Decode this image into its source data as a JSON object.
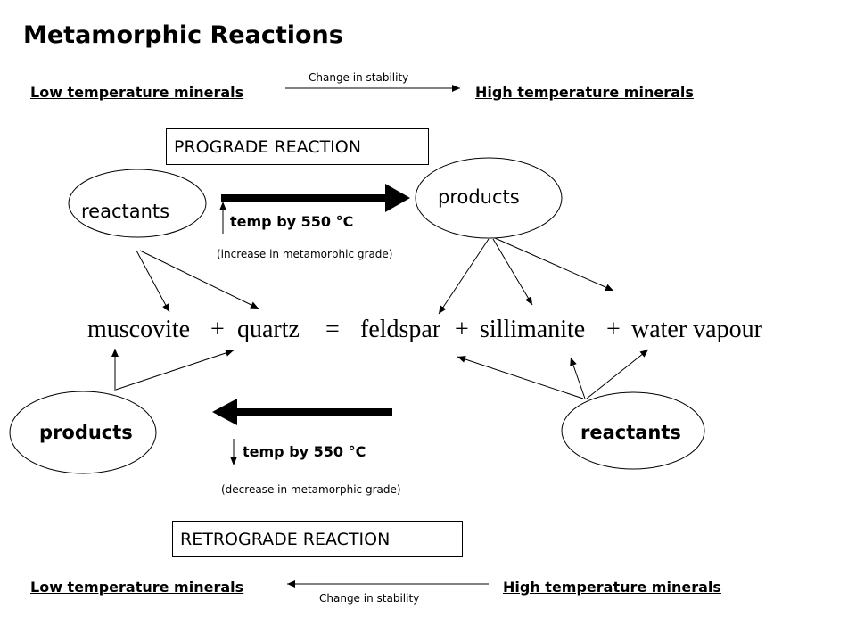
{
  "title": "Metamorphic Reactions",
  "prograde": {
    "low_label": "Low temperature minerals",
    "high_label": "High temperature minerals",
    "stability_label": "Change in stability",
    "box_label": "PROGRADE REACTION",
    "reactants_label": "reactants",
    "products_label": "products",
    "temp_label": "temp by 550 °C",
    "grade_note": "(increase in metamorphic grade)"
  },
  "equation": {
    "muscovite": "muscovite",
    "plus1": "+",
    "quartz": "quartz",
    "equals": "=",
    "feldspar": "feldspar",
    "plus2": "+",
    "sillimanite": "sillimanite",
    "plus3": "+",
    "water": "water vapour"
  },
  "retrograde": {
    "products_label": "products",
    "reactants_label": "reactants",
    "temp_label": "temp by 550 °C",
    "grade_note": "(decrease in metamorphic grade)",
    "box_label": "RETROGRADE REACTION",
    "low_label": "Low temperature minerals",
    "high_label": "High temperature minerals",
    "stability_label": "Change in stability"
  },
  "colors": {
    "ink": "#000000",
    "background": "#ffffff"
  }
}
